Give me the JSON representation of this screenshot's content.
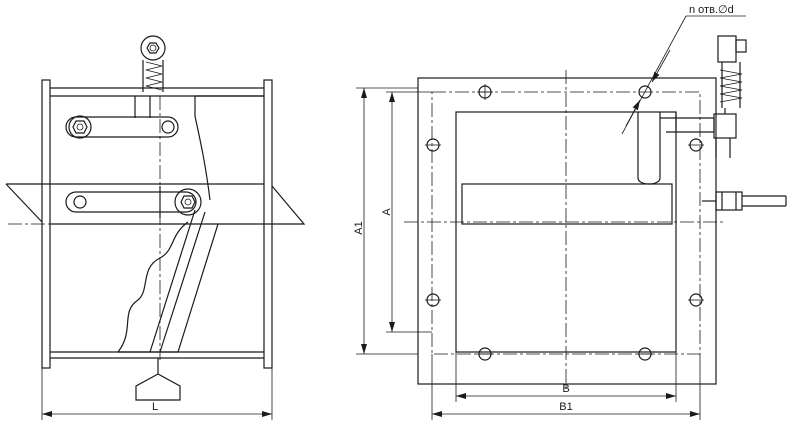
{
  "drawing": {
    "side_view": {
      "dim_length": "L"
    },
    "front_view": {
      "dim_outer_height": "A1",
      "dim_inner_height": "A",
      "dim_inner_width": "B",
      "dim_outer_width": "B1",
      "holes_callout": "n отв.∅d"
    }
  },
  "colors": {
    "line": "#1a1a1a",
    "background": "#ffffff"
  }
}
